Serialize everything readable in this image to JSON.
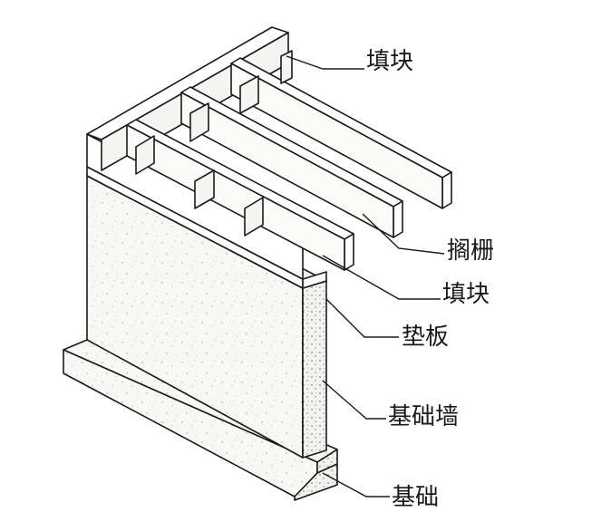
{
  "labels": [
    {
      "id": "infill-block-top",
      "text": "填块"
    },
    {
      "id": "joist",
      "text": "搁栅"
    },
    {
      "id": "infill-block-lower",
      "text": "填块"
    },
    {
      "id": "sill-plate",
      "text": "垫板"
    },
    {
      "id": "foundation-wall",
      "text": "基础墙"
    },
    {
      "id": "footing",
      "text": "基础"
    }
  ],
  "colors": {
    "line": "#1a1a1a",
    "concrete_fill": "#f7f7f5",
    "wood_fill": "#ffffff"
  }
}
